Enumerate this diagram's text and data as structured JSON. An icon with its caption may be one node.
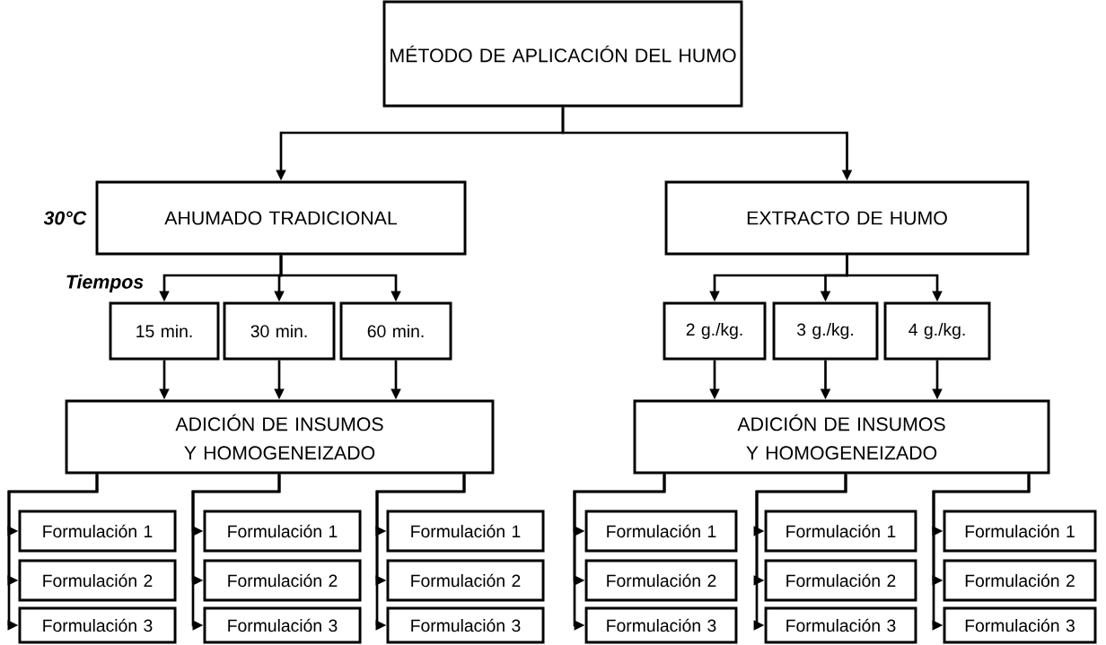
{
  "diagram": {
    "nodes": [
      {
        "text": [
          "MÉTODO DE APLICACIÓN DEL HUMO"
        ]
      },
      {
        "text": [
          "AHUMADO TRADICIONAL"
        ],
        "beside": [
          "30°C"
        ]
      },
      {
        "text": [
          "EXTRACTO DE HUMO"
        ]
      },
      {
        "text": [
          "15 min."
        ]
      },
      {
        "text": [
          "30 min."
        ]
      },
      {
        "text": [
          "60 min."
        ]
      },
      {
        "text": [
          "2 g./kg."
        ]
      },
      {
        "text": [
          "3 g./kg."
        ]
      },
      {
        "text": [
          "4 g./kg."
        ]
      },
      {
        "text": [
          "ADICIÓN DE INSUMOS Y HOMOGENEIZADO"
        ]
      },
      {
        "text": [
          "ADICIÓN DE INSUMOS Y HOMOGENEIZADO"
        ]
      },
      {
        "text": [
          "Formulación 1"
        ]
      },
      {
        "text": [
          "Formulación 2"
        ]
      },
      {
        "text": [
          "Formulación 3"
        ]
      },
      {
        "text": [
          "Formulación 1"
        ]
      },
      {
        "text": [
          "Formulación 2"
        ]
      },
      {
        "text": [
          "Formulación 3"
        ]
      },
      {
        "text": [
          "Formulación 1"
        ]
      },
      {
        "text": [
          "Formulación 2"
        ]
      },
      {
        "text": [
          "Formulación 3"
        ]
      },
      {
        "text": [
          "Formulación 1"
        ]
      },
      {
        "text": [
          "Formulación 2"
        ]
      },
      {
        "text": [
          "Formulación 3"
        ]
      },
      {
        "text": [
          "Formulación 1"
        ]
      },
      {
        "text": [
          "Formulación 2"
        ]
      },
      {
        "text": [
          "Formulación 3"
        ]
      },
      {
        "text": [
          "Formulación 1"
        ]
      },
      {
        "text": [
          "Formulación 2"
        ]
      },
      {
        "text": [
          "Formulación 3"
        ]
      }
    ],
    "edges": [
      {
        "from": 0,
        "to": 1,
        "arrow": "to"
      },
      {
        "from": 0,
        "to": 2,
        "arrow": "to"
      },
      {
        "from": 1,
        "to": 3,
        "arrow": "to"
      },
      {
        "from": 1,
        "to": 4,
        "arrow": "to"
      },
      {
        "from": 1,
        "to": 5,
        "arrow": "to"
      },
      {
        "from": 2,
        "to": 6,
        "arrow": "to"
      },
      {
        "from": 2,
        "to": 7,
        "arrow": "to"
      },
      {
        "from": 2,
        "to": 8,
        "arrow": "to"
      },
      {
        "from": 3,
        "to": 9,
        "arrow": "to"
      },
      {
        "from": 4,
        "to": 9,
        "arrow": "to"
      },
      {
        "from": 5,
        "to": 9,
        "arrow": "to"
      },
      {
        "from": 6,
        "to": 10,
        "arrow": "to"
      },
      {
        "from": 7,
        "to": 10,
        "arrow": "to"
      },
      {
        "from": 8,
        "to": 10,
        "arrow": "to"
      },
      {
        "from": 9,
        "to": 11,
        "arrow": "to"
      },
      {
        "from": 9,
        "to": 12,
        "arrow": "to"
      },
      {
        "from": 9,
        "to": 13,
        "arrow": "to"
      },
      {
        "from": 9,
        "to": 14,
        "arrow": "to"
      },
      {
        "from": 9,
        "to": 15,
        "arrow": "to"
      },
      {
        "from": 9,
        "to": 16,
        "arrow": "to"
      },
      {
        "from": 9,
        "to": 17,
        "arrow": "to"
      },
      {
        "from": 9,
        "to": 18,
        "arrow": "to"
      },
      {
        "from": 9,
        "to": 19,
        "arrow": "to"
      },
      {
        "from": 10,
        "to": 20,
        "arrow": "to"
      },
      {
        "from": 10,
        "to": 21,
        "arrow": "to"
      },
      {
        "from": 10,
        "to": 22,
        "arrow": "to"
      },
      {
        "from": 10,
        "to": 23,
        "arrow": "to"
      },
      {
        "from": 10,
        "to": 24,
        "arrow": "to"
      },
      {
        "from": 10,
        "to": 25,
        "arrow": "to"
      },
      {
        "from": 10,
        "to": 26,
        "arrow": "to"
      },
      {
        "from": 10,
        "to": 27,
        "arrow": "to"
      },
      {
        "from": 10,
        "to": 28,
        "arrow": "to"
      }
    ],
    "labels": [
      "Tiempos"
    ]
  }
}
